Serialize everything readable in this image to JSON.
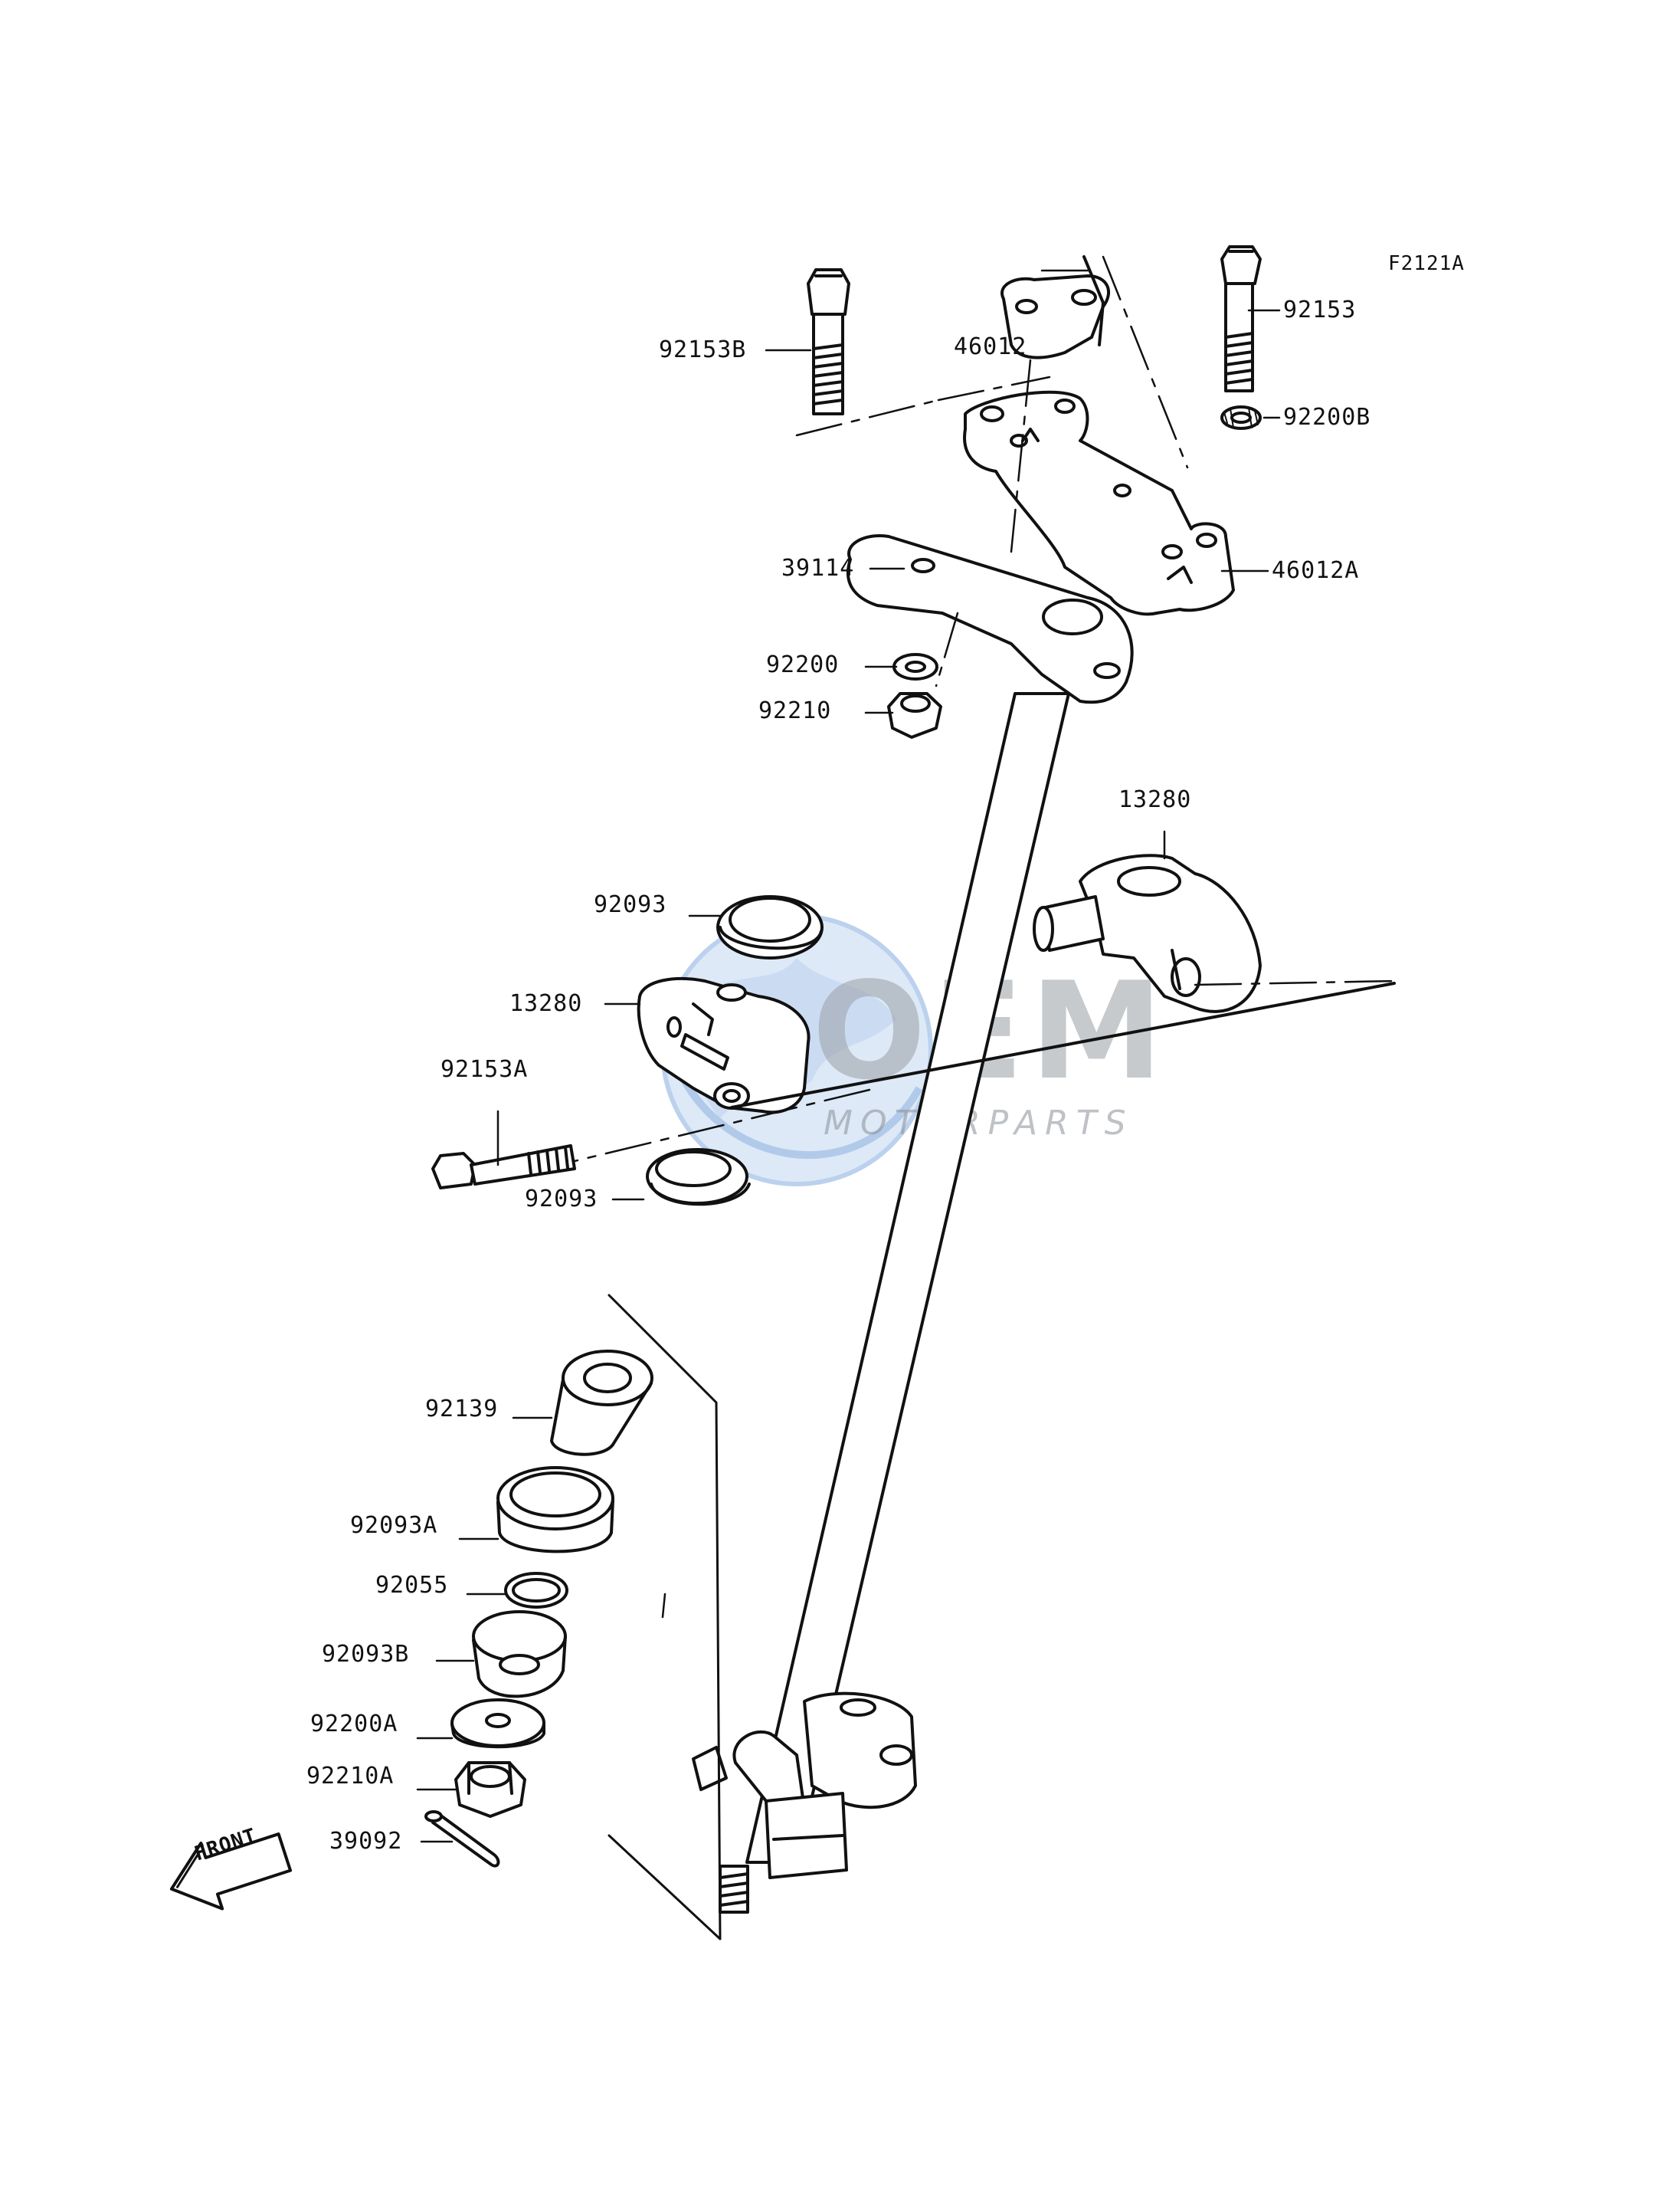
{
  "figure_code": "F2121A",
  "parts": [
    {
      "id": "92153B",
      "label": "92153B"
    },
    {
      "id": "46012",
      "label": "46012"
    },
    {
      "id": "92153",
      "label": "92153"
    },
    {
      "id": "92200B",
      "label": "92200B"
    },
    {
      "id": "39114",
      "label": "39114"
    },
    {
      "id": "46012A",
      "label": "46012A"
    },
    {
      "id": "92200",
      "label": "92200"
    },
    {
      "id": "92210",
      "label": "92210"
    },
    {
      "id": "13280-right",
      "label": "13280"
    },
    {
      "id": "92093-top",
      "label": "92093"
    },
    {
      "id": "13280-left",
      "label": "13280"
    },
    {
      "id": "92153A",
      "label": "92153A"
    },
    {
      "id": "92093-bottom",
      "label": "92093"
    },
    {
      "id": "92139",
      "label": "92139"
    },
    {
      "id": "92093A",
      "label": "92093A"
    },
    {
      "id": "92055",
      "label": "92055"
    },
    {
      "id": "92093B",
      "label": "92093B"
    },
    {
      "id": "92200A",
      "label": "92200A"
    },
    {
      "id": "92210A",
      "label": "92210A"
    },
    {
      "id": "39092",
      "label": "39092"
    }
  ],
  "front_arrow": {
    "label": "FRONT",
    "icon": "front-arrow-icon"
  },
  "watermark": {
    "brand": "OEM",
    "sub": "MOTORPARTS",
    "icon": "globe-icon",
    "globe_color": "#bcd3ef",
    "text_color": "#9aa0a6"
  },
  "colors": {
    "line": "#111111",
    "background": "#ffffff"
  }
}
